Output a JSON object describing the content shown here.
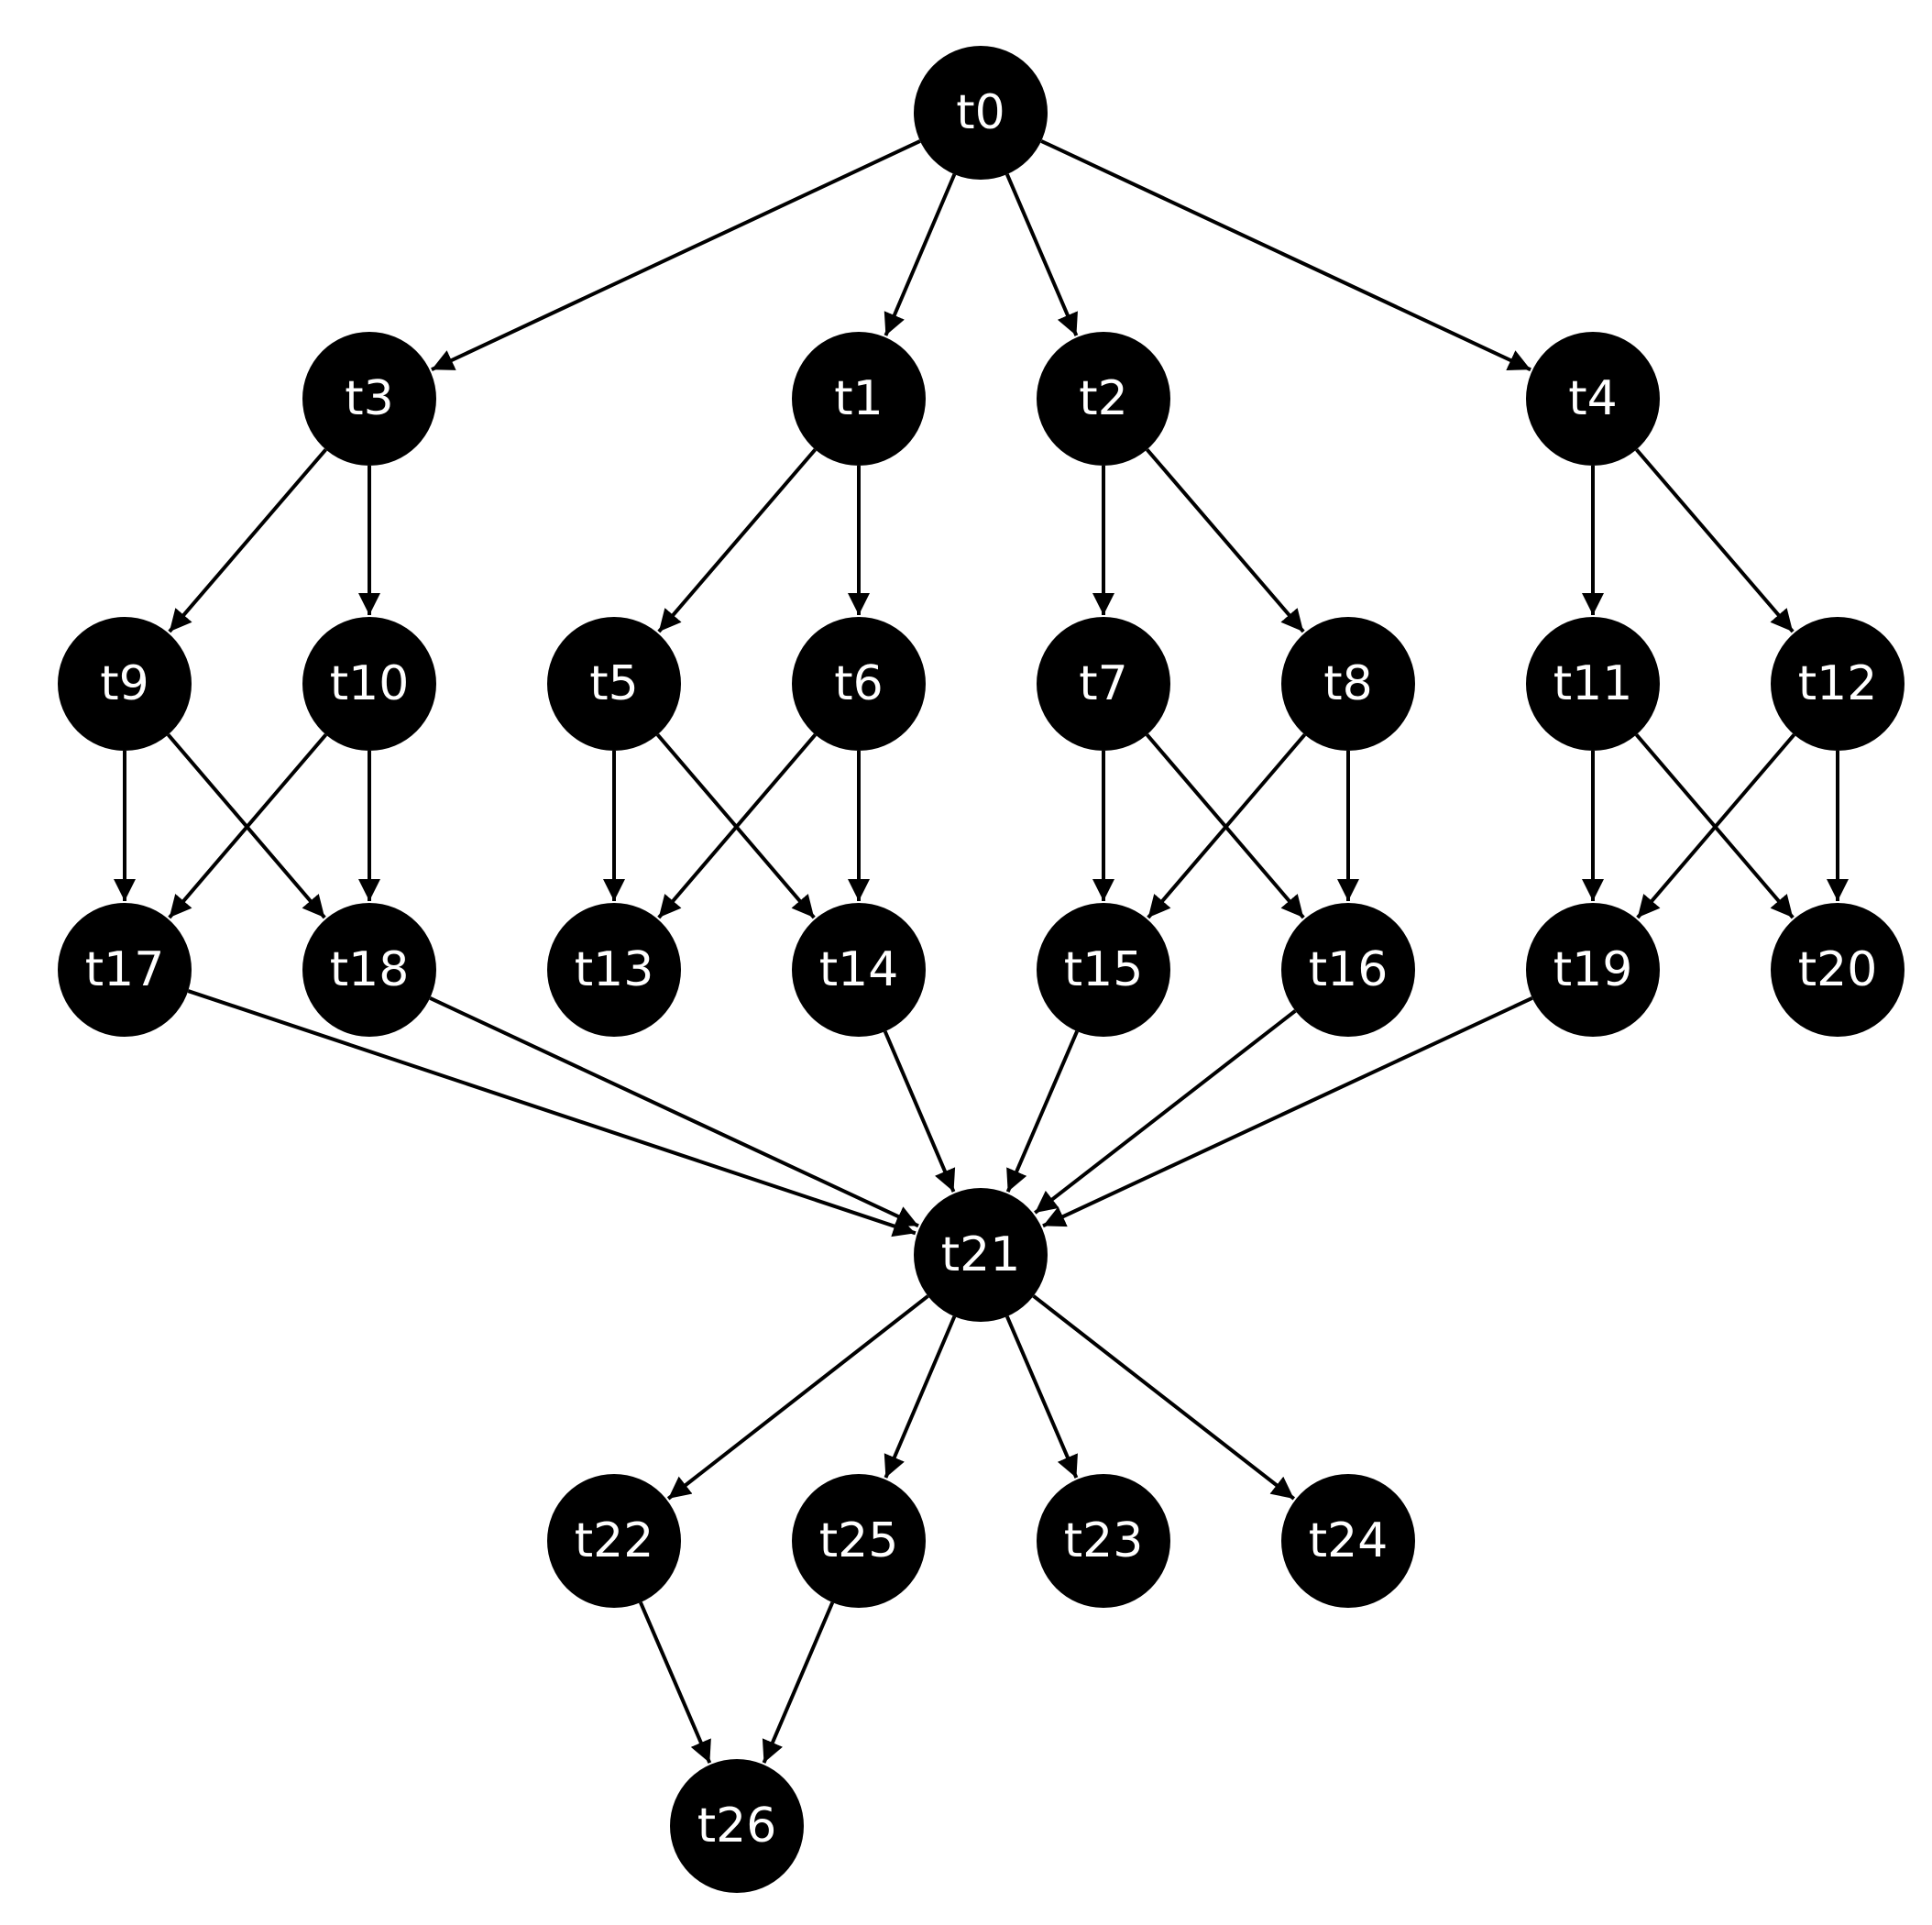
{
  "diagram": {
    "type": "directed-graph",
    "node_color": "#000000",
    "label_color": "#ffffff",
    "edge_color": "#000000",
    "nodes": [
      {
        "id": "t0",
        "label": "t0"
      },
      {
        "id": "t1",
        "label": "t1"
      },
      {
        "id": "t2",
        "label": "t2"
      },
      {
        "id": "t3",
        "label": "t3"
      },
      {
        "id": "t4",
        "label": "t4"
      },
      {
        "id": "t5",
        "label": "t5"
      },
      {
        "id": "t6",
        "label": "t6"
      },
      {
        "id": "t7",
        "label": "t7"
      },
      {
        "id": "t8",
        "label": "t8"
      },
      {
        "id": "t9",
        "label": "t9"
      },
      {
        "id": "t10",
        "label": "t10"
      },
      {
        "id": "t11",
        "label": "t11"
      },
      {
        "id": "t12",
        "label": "t12"
      },
      {
        "id": "t13",
        "label": "t13"
      },
      {
        "id": "t14",
        "label": "t14"
      },
      {
        "id": "t15",
        "label": "t15"
      },
      {
        "id": "t16",
        "label": "t16"
      },
      {
        "id": "t17",
        "label": "t17"
      },
      {
        "id": "t18",
        "label": "t18"
      },
      {
        "id": "t19",
        "label": "t19"
      },
      {
        "id": "t20",
        "label": "t20"
      },
      {
        "id": "t21",
        "label": "t21"
      },
      {
        "id": "t22",
        "label": "t22"
      },
      {
        "id": "t23",
        "label": "t23"
      },
      {
        "id": "t24",
        "label": "t24"
      },
      {
        "id": "t25",
        "label": "t25"
      },
      {
        "id": "t26",
        "label": "t26"
      }
    ],
    "edges": [
      {
        "from": "t0",
        "to": "t3"
      },
      {
        "from": "t0",
        "to": "t1"
      },
      {
        "from": "t0",
        "to": "t2"
      },
      {
        "from": "t0",
        "to": "t4"
      },
      {
        "from": "t3",
        "to": "t9"
      },
      {
        "from": "t3",
        "to": "t10"
      },
      {
        "from": "t1",
        "to": "t5"
      },
      {
        "from": "t1",
        "to": "t6"
      },
      {
        "from": "t2",
        "to": "t7"
      },
      {
        "from": "t2",
        "to": "t8"
      },
      {
        "from": "t4",
        "to": "t11"
      },
      {
        "from": "t4",
        "to": "t12"
      },
      {
        "from": "t9",
        "to": "t17"
      },
      {
        "from": "t9",
        "to": "t18"
      },
      {
        "from": "t10",
        "to": "t17"
      },
      {
        "from": "t10",
        "to": "t18"
      },
      {
        "from": "t5",
        "to": "t13"
      },
      {
        "from": "t5",
        "to": "t14"
      },
      {
        "from": "t6",
        "to": "t13"
      },
      {
        "from": "t6",
        "to": "t14"
      },
      {
        "from": "t7",
        "to": "t15"
      },
      {
        "from": "t7",
        "to": "t16"
      },
      {
        "from": "t8",
        "to": "t15"
      },
      {
        "from": "t8",
        "to": "t16"
      },
      {
        "from": "t11",
        "to": "t19"
      },
      {
        "from": "t11",
        "to": "t20"
      },
      {
        "from": "t12",
        "to": "t19"
      },
      {
        "from": "t12",
        "to": "t20"
      },
      {
        "from": "t17",
        "to": "t21"
      },
      {
        "from": "t18",
        "to": "t21"
      },
      {
        "from": "t14",
        "to": "t21"
      },
      {
        "from": "t15",
        "to": "t21"
      },
      {
        "from": "t16",
        "to": "t21"
      },
      {
        "from": "t19",
        "to": "t21"
      },
      {
        "from": "t21",
        "to": "t22"
      },
      {
        "from": "t21",
        "to": "t25"
      },
      {
        "from": "t21",
        "to": "t23"
      },
      {
        "from": "t21",
        "to": "t24"
      },
      {
        "from": "t22",
        "to": "t26"
      },
      {
        "from": "t25",
        "to": "t26"
      }
    ]
  }
}
